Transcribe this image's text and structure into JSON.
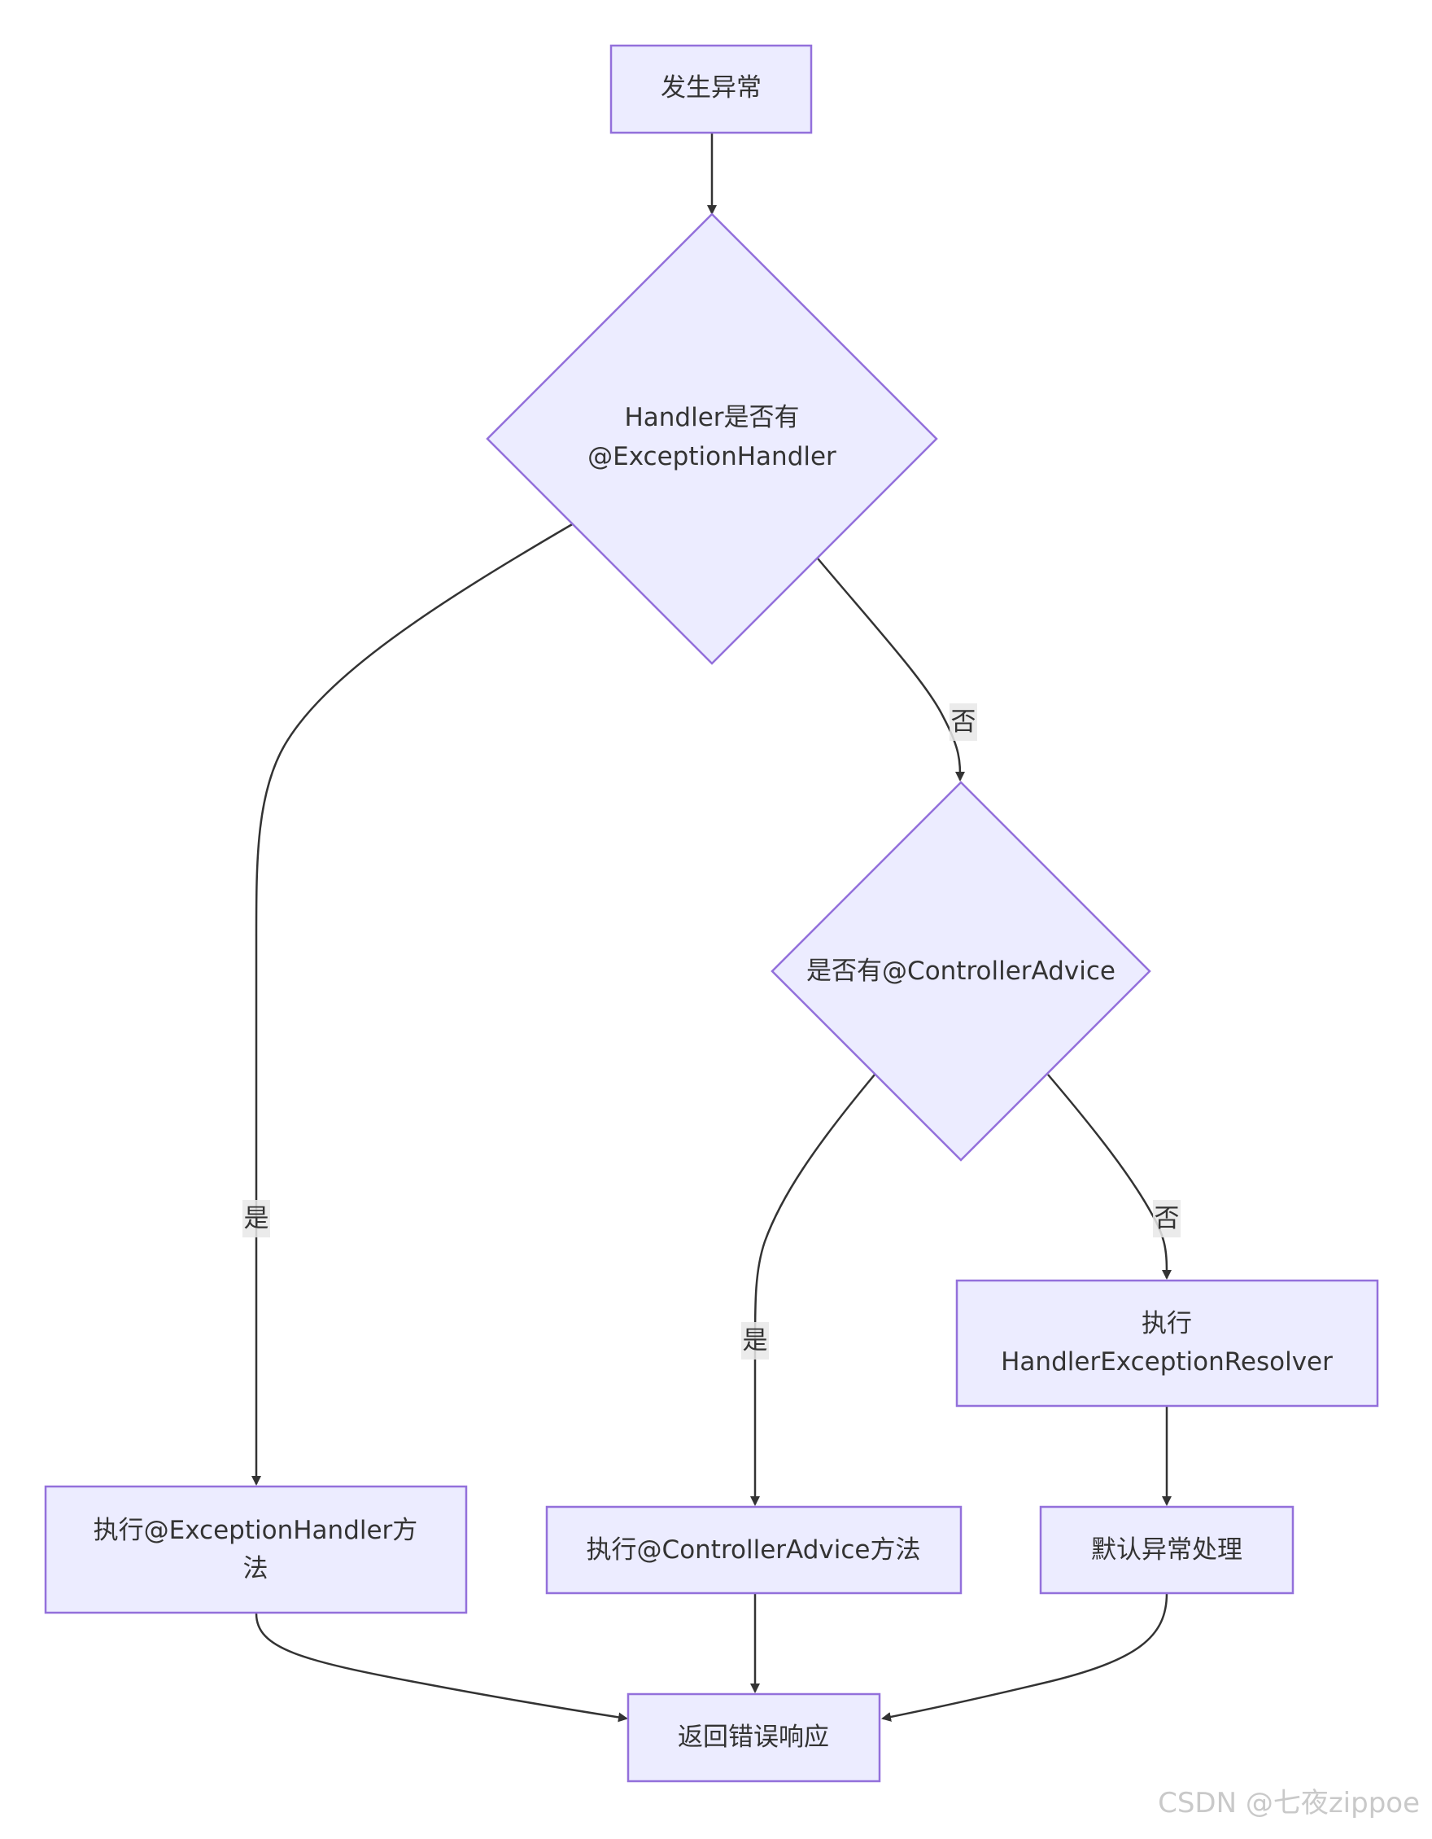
{
  "diagram": {
    "nodes": {
      "start": {
        "lines": [
          "发生异常"
        ]
      },
      "check_handler": {
        "lines": [
          "Handler是否有",
          "@ExceptionHandler"
        ]
      },
      "check_advice": {
        "lines": [
          "是否有@ControllerAdvice"
        ]
      },
      "exec_exception_handler": {
        "lines": [
          "执行@ExceptionHandler方",
          "法"
        ]
      },
      "exec_advice": {
        "lines": [
          "执行@ControllerAdvice方法"
        ]
      },
      "exec_resolver": {
        "lines": [
          "执行",
          "HandlerExceptionResolver"
        ]
      },
      "default_handling": {
        "lines": [
          "默认异常处理"
        ]
      },
      "return_error": {
        "lines": [
          "返回错误响应"
        ]
      }
    },
    "edges": [
      {
        "from": "start",
        "to": "check_handler",
        "label": ""
      },
      {
        "from": "check_handler",
        "to": "exec_exception_handler",
        "label": "是"
      },
      {
        "from": "check_handler",
        "to": "check_advice",
        "label": "否"
      },
      {
        "from": "check_advice",
        "to": "exec_advice",
        "label": "是"
      },
      {
        "from": "check_advice",
        "to": "exec_resolver",
        "label": "否"
      },
      {
        "from": "exec_resolver",
        "to": "default_handling",
        "label": ""
      },
      {
        "from": "exec_exception_handler",
        "to": "return_error",
        "label": ""
      },
      {
        "from": "exec_advice",
        "to": "return_error",
        "label": ""
      },
      {
        "from": "default_handling",
        "to": "return_error",
        "label": ""
      }
    ]
  },
  "watermark": "CSDN @七夜zippoe",
  "colors": {
    "node_fill": "#ECECFF",
    "node_stroke": "#9370DB",
    "edge": "#333333",
    "label_bg": "#E8E8E8"
  }
}
